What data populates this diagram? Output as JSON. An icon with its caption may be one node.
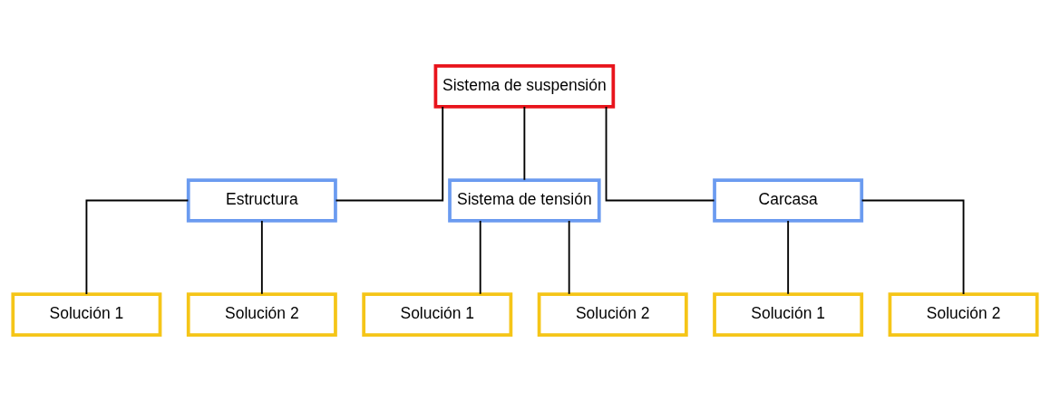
{
  "diagram": {
    "nodes": [
      {
        "text": [
          "Sistema de suspensión"
        ]
      },
      {
        "text": [
          "Estructura"
        ]
      },
      {
        "text": [
          "Sistema de tensión"
        ]
      },
      {
        "text": [
          "Carcasa"
        ]
      },
      {
        "text": [
          "Solución 1"
        ]
      },
      {
        "text": [
          "Solución 2"
        ]
      },
      {
        "text": [
          "Solución 1"
        ]
      },
      {
        "text": [
          "Solución 2"
        ]
      },
      {
        "text": [
          "Solución 1"
        ]
      },
      {
        "text": [
          "Solución 2"
        ]
      }
    ],
    "edges": [
      {
        "from": 0,
        "to": 1,
        "arrow": "none"
      },
      {
        "from": 0,
        "to": 2,
        "arrow": "none"
      },
      {
        "from": 0,
        "to": 3,
        "arrow": "none"
      },
      {
        "from": 1,
        "to": 4,
        "arrow": "none"
      },
      {
        "from": 1,
        "to": 5,
        "arrow": "none"
      },
      {
        "from": 2,
        "to": 6,
        "arrow": "none"
      },
      {
        "from": 2,
        "to": 7,
        "arrow": "none"
      },
      {
        "from": 3,
        "to": 8,
        "arrow": "none"
      },
      {
        "from": 3,
        "to": 9,
        "arrow": "none"
      }
    ]
  }
}
